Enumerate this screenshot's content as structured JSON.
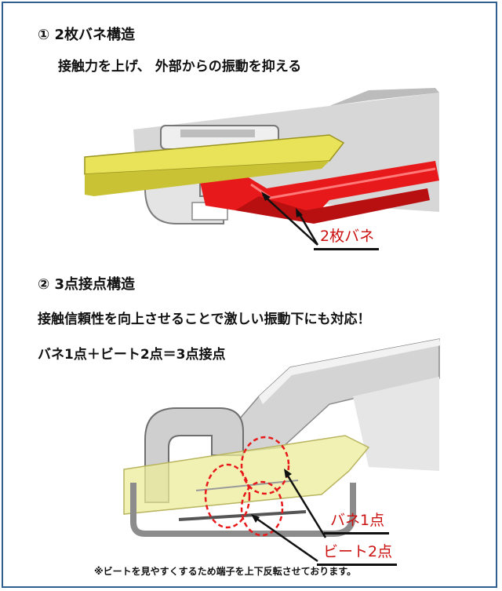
{
  "section1": {
    "title": "① 2枚バネ構造",
    "subtitle": "接触力を上げ、 外部からの振動を抑える",
    "callout": "2枚バネ"
  },
  "section2": {
    "title": "② 3点接点構造",
    "description": "接触信頼性を向上させることで激しい振動下にも対応！",
    "formula": "バネ1点＋ビート2点＝3点接点",
    "callout_spring": "バネ1点",
    "callout_beat": "ビート2点"
  },
  "footnote": "※ビートを見やすくするため端子を上下反転させております。",
  "colors": {
    "frame": "#2f5f8f",
    "spring_red": "#e8191b",
    "pin_yellow": "#e9e35a",
    "callout_text": "#cc1111"
  }
}
